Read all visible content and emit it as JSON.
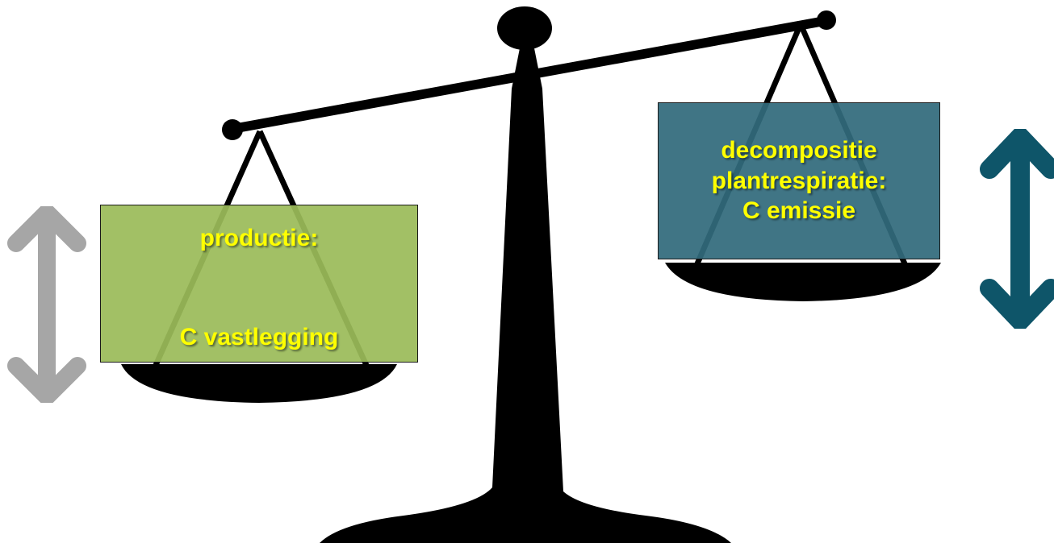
{
  "left_pan": {
    "line1": "productie:",
    "line2": "C vastlegging",
    "fill_color": "#9bbb59"
  },
  "right_pan": {
    "line1": "decompositie",
    "line2": "plantrespiratie:",
    "line3": "C emissie",
    "fill_color": "#316b7c"
  },
  "arrows": {
    "left": {
      "icon": "double-headed-vertical-arrow-icon",
      "color": "#a6a6a6"
    },
    "right": {
      "icon": "double-headed-vertical-arrow-icon",
      "color": "#0e5569"
    }
  },
  "text_color": "#ffff00",
  "balance_color": "#000000"
}
